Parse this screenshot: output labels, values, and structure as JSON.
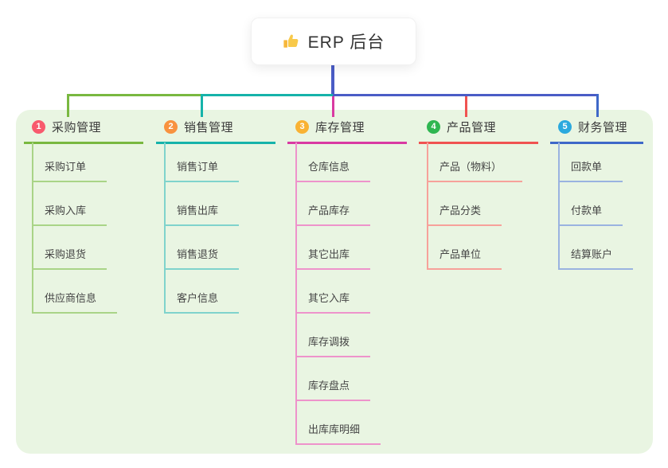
{
  "root": {
    "label": "ERP 后台",
    "icon": "thumbs-up-icon"
  },
  "branches": [
    {
      "badge": "1",
      "title": "采购管理",
      "color": "#79b840",
      "light_color": "#a9d487",
      "badge_color": "#f85a6d",
      "items": [
        "采购订单",
        "采购入库",
        "采购退货",
        "供应商信息"
      ]
    },
    {
      "badge": "2",
      "title": "销售管理",
      "color": "#16b3aa",
      "light_color": "#7fd3cc",
      "badge_color": "#f8923f",
      "items": [
        "销售订单",
        "销售出库",
        "销售退货",
        "客户信息"
      ]
    },
    {
      "badge": "3",
      "title": "库存管理",
      "color": "#d93aa2",
      "light_color": "#ee93cb",
      "badge_color": "#f9b233",
      "items": [
        "仓库信息",
        "产品库存",
        "其它出库",
        "其它入库",
        "库存调拨",
        "库存盘点",
        "出库库明细"
      ]
    },
    {
      "badge": "4",
      "title": "产品管理",
      "color": "#f05351",
      "light_color": "#f7a19a",
      "badge_color": "#2fb651",
      "items": [
        "产品（物料）",
        "产品分类",
        "产品单位"
      ]
    },
    {
      "badge": "5",
      "title": "财务管理",
      "color": "#3e68c8",
      "light_color": "#9ab3e0",
      "badge_color": "#2ba9de",
      "items": [
        "回款单",
        "付款单",
        "结算账户"
      ]
    }
  ],
  "colors": {
    "root_line": "#4a5cc6",
    "board_background": "#e9f5e2",
    "page_background": "#ffffff"
  }
}
